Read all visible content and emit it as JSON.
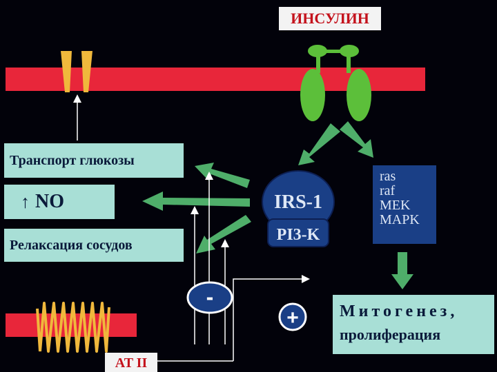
{
  "labels": {
    "insulin": "ИНСУЛИН",
    "at2": "AT II",
    "glucose_transport": "Транспорт глюкозы",
    "no_arrow": "↑",
    "no": "NO",
    "vasorelax": "Релаксация сосудов",
    "irs1": "IRS-1",
    "pi3k": "PI3-K",
    "mapk_lines": [
      "ras",
      "raf",
      "MEK",
      "MAPK"
    ],
    "mitogenesis_line1": "Митогенез,",
    "mitogenesis_line2": "пролиферация",
    "minus": "-",
    "plus": "+"
  },
  "colors": {
    "membrane": "#e8263a",
    "receptor": "#5cbf3a",
    "arrow": "#4fae6a",
    "box_teal": "#a8dfd6",
    "box_blue": "#1a3f86",
    "transporter": "#f0b83c",
    "label_red": "#c4121c"
  }
}
